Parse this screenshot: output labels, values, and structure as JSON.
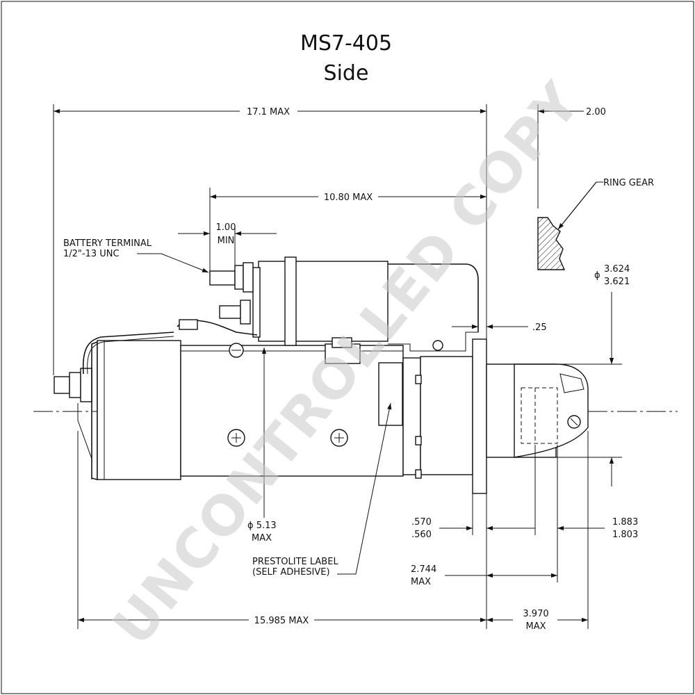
{
  "title": {
    "model": "MS7-405",
    "view": "Side"
  },
  "watermark": "UNCONTROLLED COPY",
  "dimensions": {
    "overall_length": "17.1 MAX",
    "solenoid_length": "10.80 MAX",
    "terminal_min": "1.00",
    "terminal_min_unit": "MIN",
    "ring_gear_offset": "2.00",
    "flange_gap": ".25",
    "pilot_dia_symbol": "ϕ",
    "pilot_dia_max": "3.624",
    "pilot_dia_min": "3.621",
    "body_dia": "ϕ 5.13",
    "body_dia_unit": "MAX",
    "flange_thk_max": ".570",
    "flange_thk_min": ".560",
    "pinion_max": "1.883",
    "pinion_min": "1.803",
    "pinion_reach": "2.744",
    "pinion_reach_unit": "MAX",
    "mount_to_rear": "15.985 MAX",
    "nose_length": "3.970",
    "nose_length_unit": "MAX"
  },
  "labels": {
    "battery_terminal_1": "BATTERY TERMINAL",
    "battery_terminal_2": "1/2\"-13 UNC",
    "ring_gear": "RING GEAR",
    "label_1": "PRESTOLITE LABEL",
    "label_2": "(SELF ADHESIVE)"
  }
}
